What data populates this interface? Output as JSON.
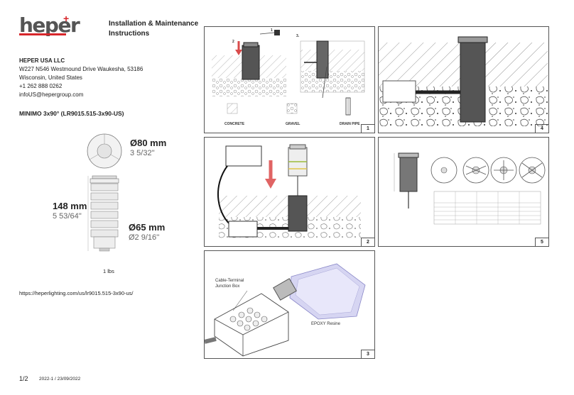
{
  "brand": {
    "name": "heper",
    "plus": "+"
  },
  "doc_title_1": "Installation & Maintenance",
  "doc_title_2": "Instructions",
  "company": {
    "name": "HEPER USA LLC",
    "street": "W227 N546 Westmound Drive Waukesha, 53186",
    "region": "Wisconsin, United States",
    "phone": "+1 262 888 0262",
    "email": "infoUS@hepergroup.com"
  },
  "product": "MINIMO 3x90° (LR9015.515-3x90-US)",
  "dims": {
    "top_mm": "Ø80 mm",
    "top_in": "3 5/32''",
    "height_mm": "148 mm",
    "height_in": "5 53/64''",
    "body_mm": "Ø65 mm",
    "body_in": "Ø2 9/16''"
  },
  "weight": "1 lbs",
  "url": "https://heperlighting.com/us/lr9015.515-3x90-us/",
  "footer": {
    "page": "1/2",
    "version": "2022-1 / 23/09/2022"
  },
  "panels": {
    "p1": {
      "num": "1",
      "step_a": "2",
      "step_b": "1",
      "step_c": "3.",
      "concrete": "CONCRETE",
      "gravel": "GRAVEL",
      "drain": "DRAIN PIPE"
    },
    "p2": {
      "num": "2"
    },
    "p3": {
      "num": "3",
      "label1a": "Cable-Terminal",
      "label1b": "Junction Box",
      "label2": "EPOXY Resine"
    },
    "p4": {
      "num": "4"
    },
    "p5": {
      "num": "5"
    }
  }
}
